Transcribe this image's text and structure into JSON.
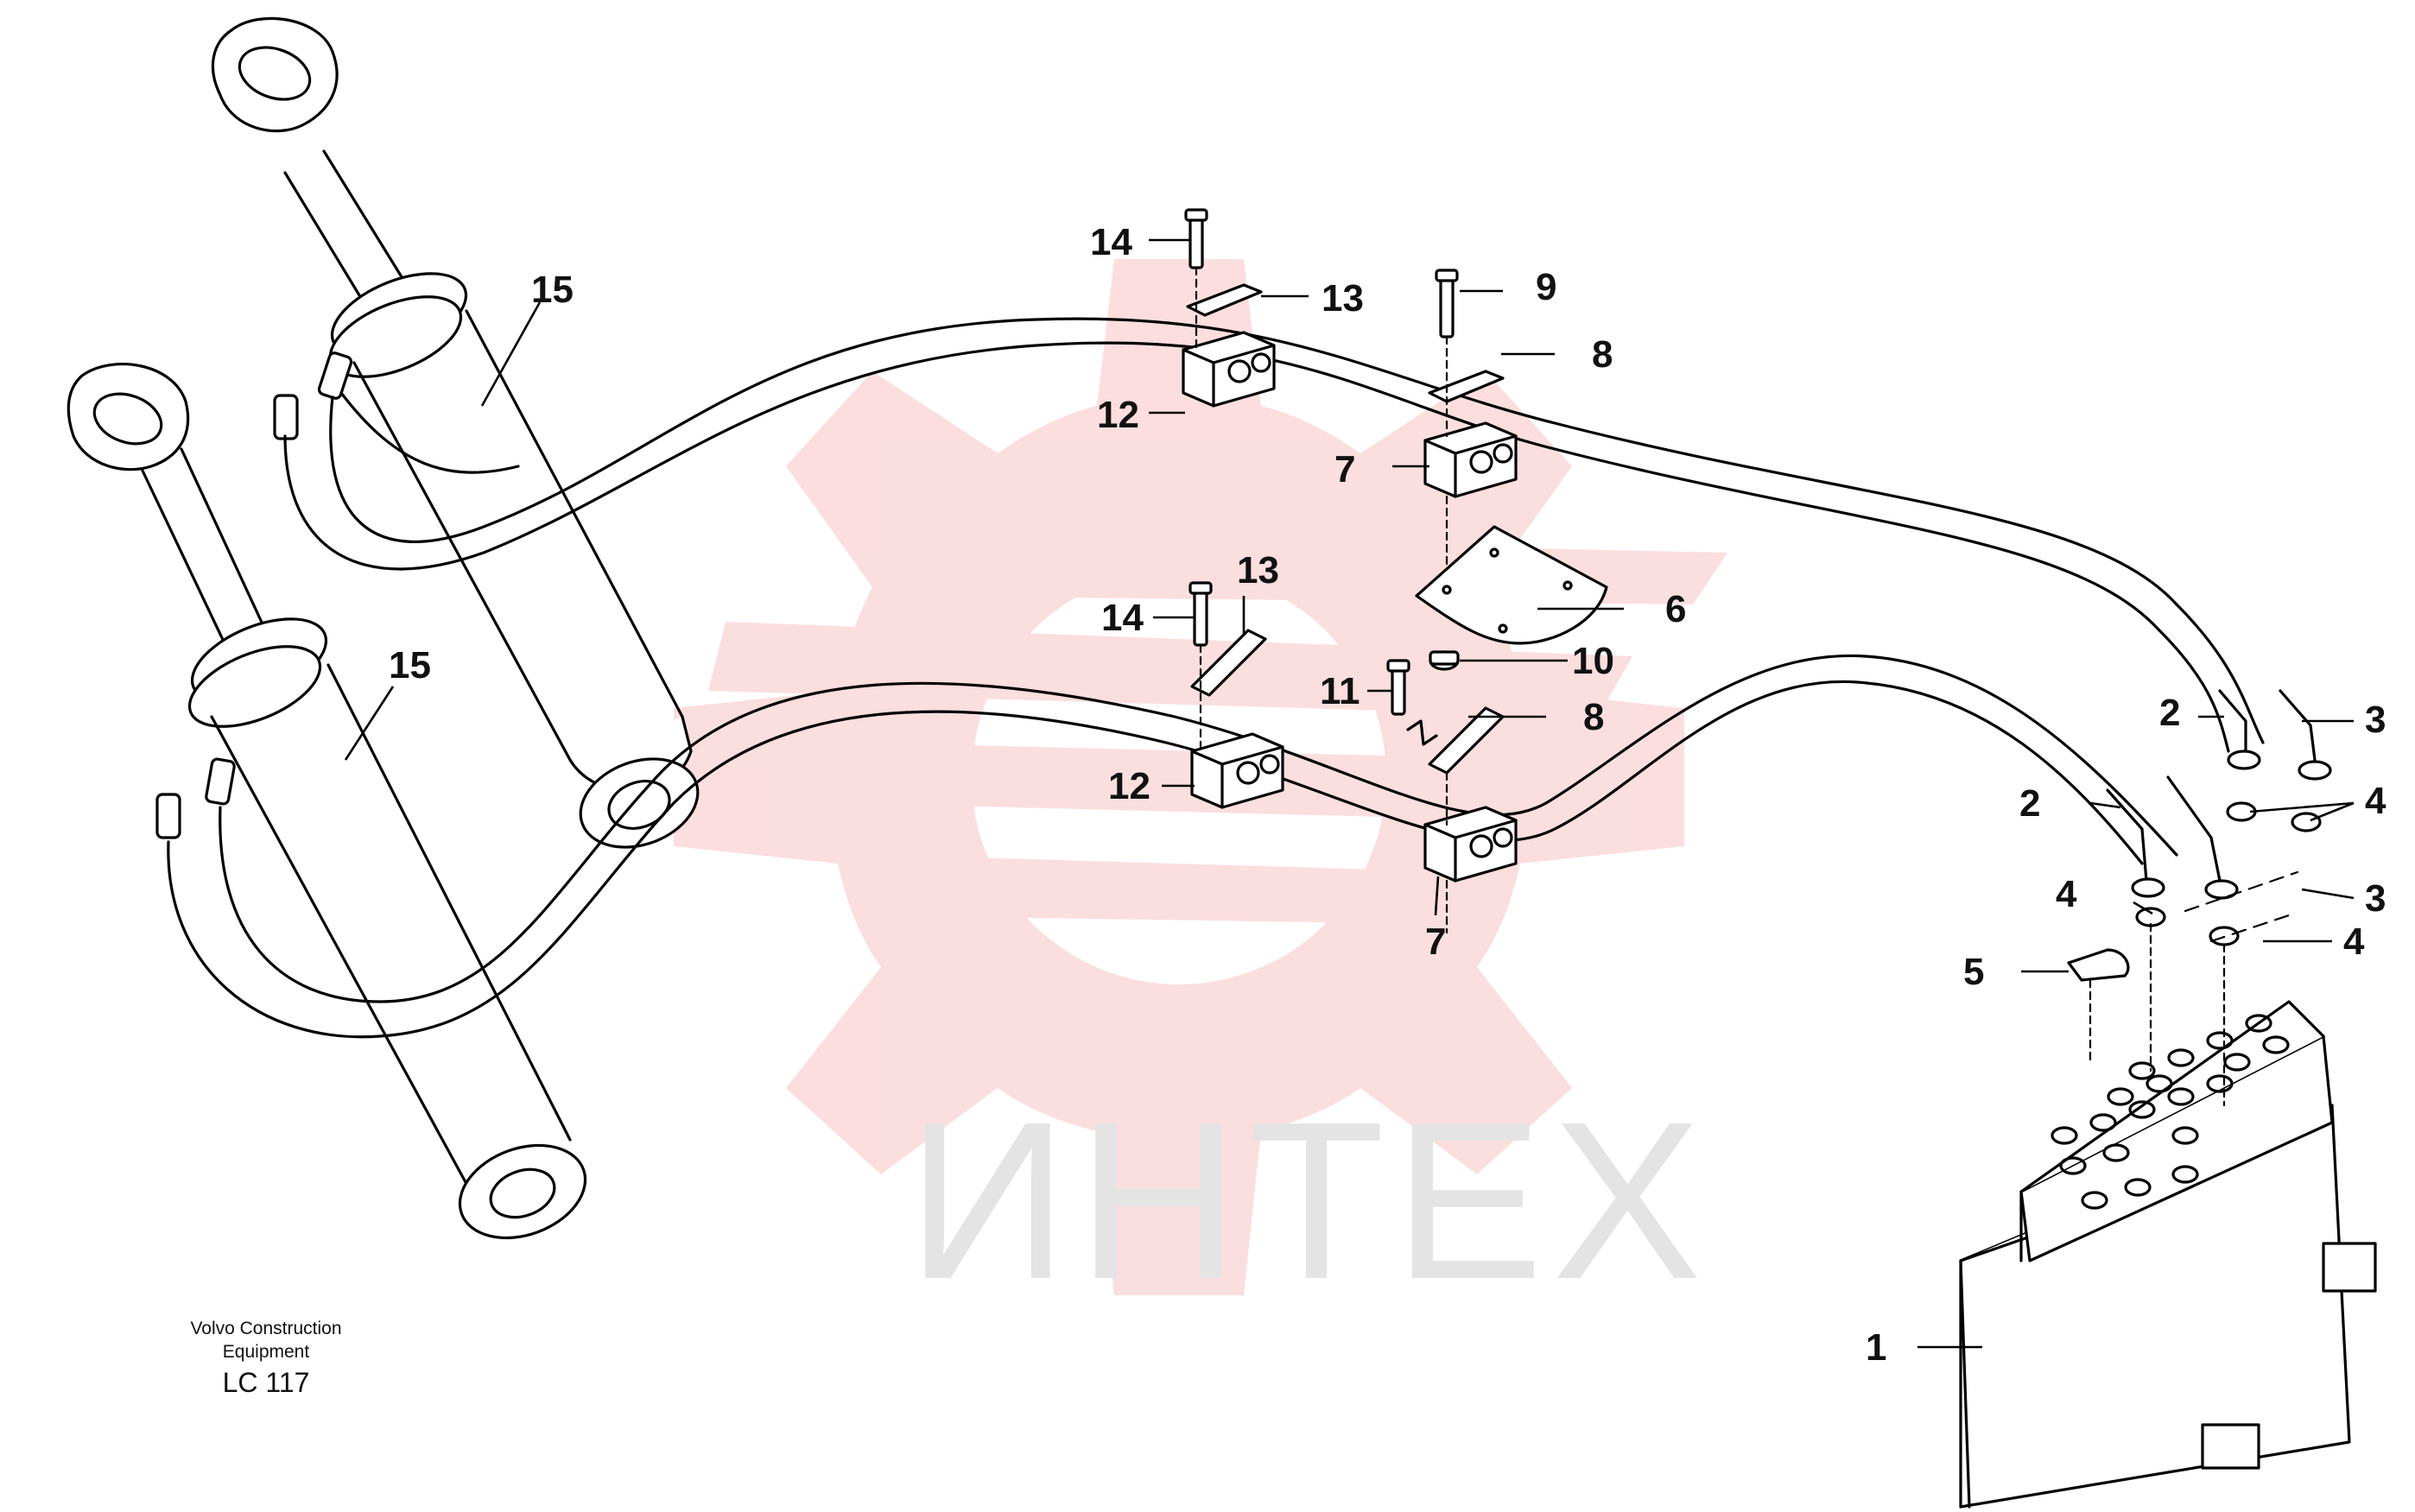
{
  "watermark": {
    "text": "ИНТЕХ",
    "color": "#f06b6b"
  },
  "caption": {
    "line1": "Volvo Construction",
    "line2": "Equipment",
    "code": "LC 117"
  },
  "callouts": {
    "c15a": "15",
    "c15b": "15",
    "c14a": "14",
    "c13a": "13",
    "c12a": "12",
    "c9": "9",
    "c8a": "8",
    "c7a": "7",
    "c6": "6",
    "c10": "10",
    "c14b": "14",
    "c13b": "13",
    "c11": "11",
    "c8b": "8",
    "c12b": "12",
    "c7b": "7",
    "c2a": "2",
    "c3a": "3",
    "c4a": "4",
    "c2b": "2",
    "c3b": "3",
    "c4b": "4",
    "c4c": "4",
    "c5": "5",
    "c1": "1"
  }
}
